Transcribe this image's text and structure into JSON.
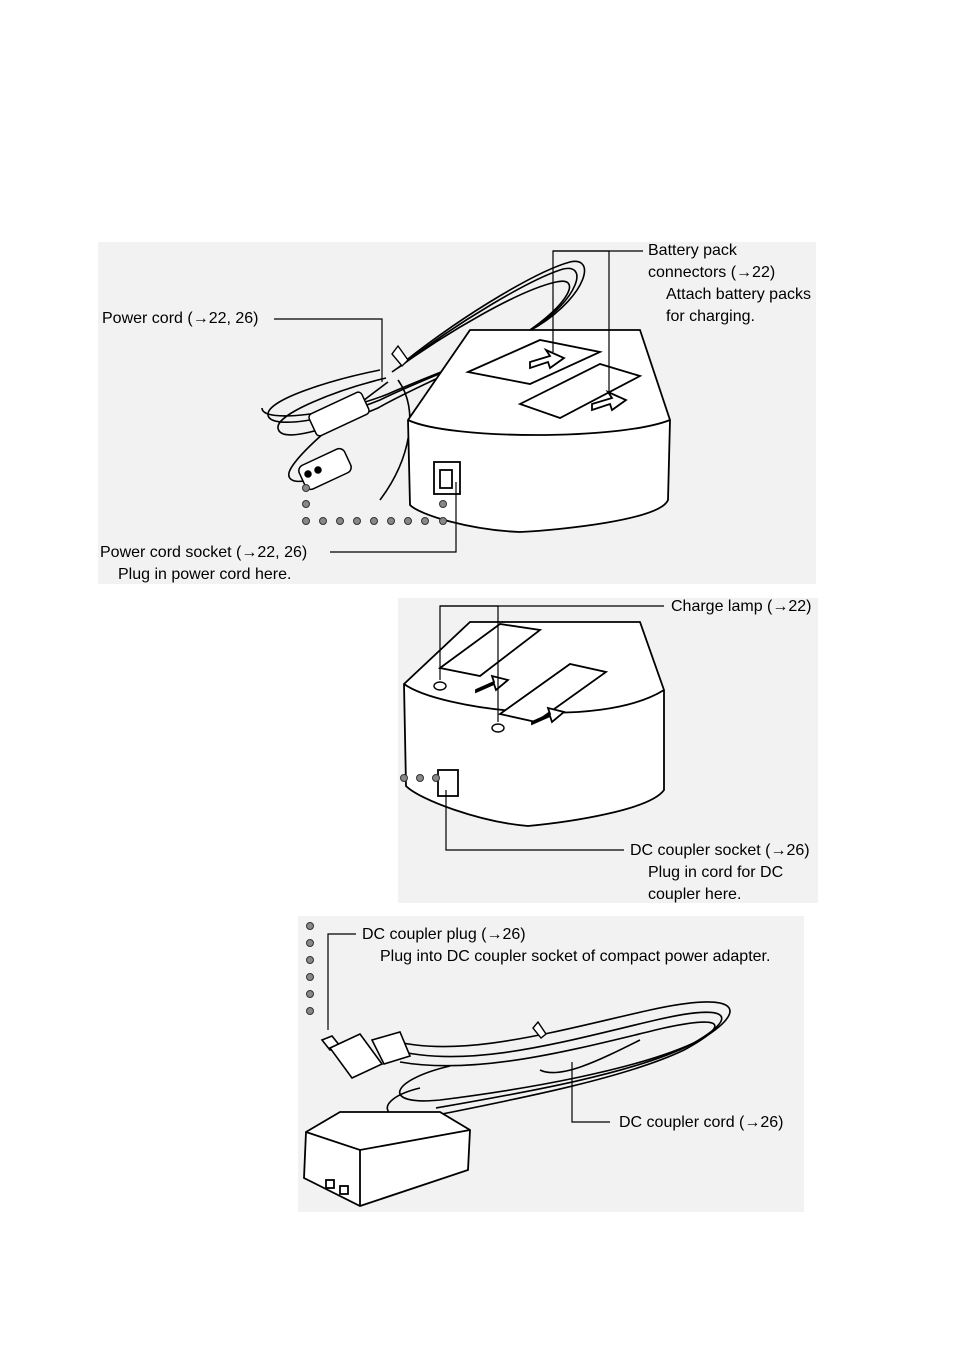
{
  "figure1": {
    "power_cord": {
      "text": "Power cord (→22, 26)"
    },
    "battery_connectors": {
      "line1": "Battery pack",
      "line2": "connectors (→22)",
      "desc1": "Attach battery packs",
      "desc2": "for charging."
    },
    "power_socket": {
      "text": "Power cord socket (→22, 26)",
      "desc": "Plug in power cord here."
    }
  },
  "figure2": {
    "charge_lamp": {
      "text": "Charge lamp (→22)"
    },
    "dc_socket": {
      "text": "DC coupler socket (→26)",
      "desc1": "Plug in cord for DC",
      "desc2": "coupler here."
    }
  },
  "figure3": {
    "dc_plug": {
      "text": "DC coupler plug (→26)",
      "desc": "Plug into DC coupler socket of compact power adapter."
    },
    "dc_cord": {
      "text": "DC coupler cord (→26)"
    }
  }
}
